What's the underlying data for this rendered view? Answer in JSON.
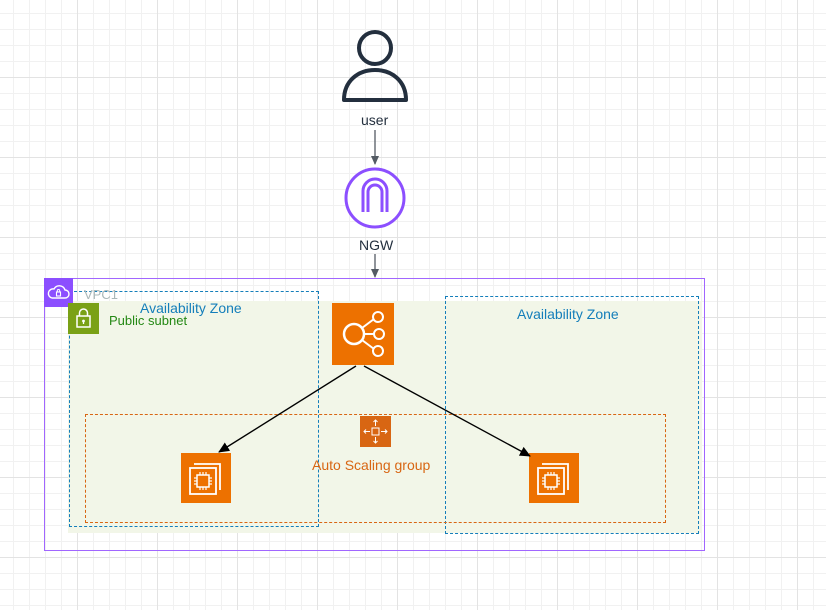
{
  "labels": {
    "user": "user",
    "ngw": "NGW",
    "vpc": "VPC1",
    "public_subnet": "Public subnet",
    "availability_zone_1": "Availability Zone",
    "availability_zone_2": "Availability Zone",
    "auto_scaling_group": "Auto Scaling group"
  },
  "icons": {
    "user": "user-icon",
    "ngw": "nat-gateway-icon",
    "load_balancer": "elastic-load-balancing-icon",
    "auto_scaling": "auto-scaling-icon",
    "instance_1": "ec2-instance-icon",
    "instance_2": "ec2-instance-icon",
    "vpc": "vpc-cloud-icon",
    "subnet": "lock-icon"
  },
  "colors": {
    "vpc": "#8c4fff",
    "subnet": "#7aa116",
    "availability_zone": "#147eba",
    "compute": "#ed7100",
    "auto_scaling_group": "#d86613",
    "nat_gateway": "#8c4fff",
    "user": "#232f3e"
  }
}
